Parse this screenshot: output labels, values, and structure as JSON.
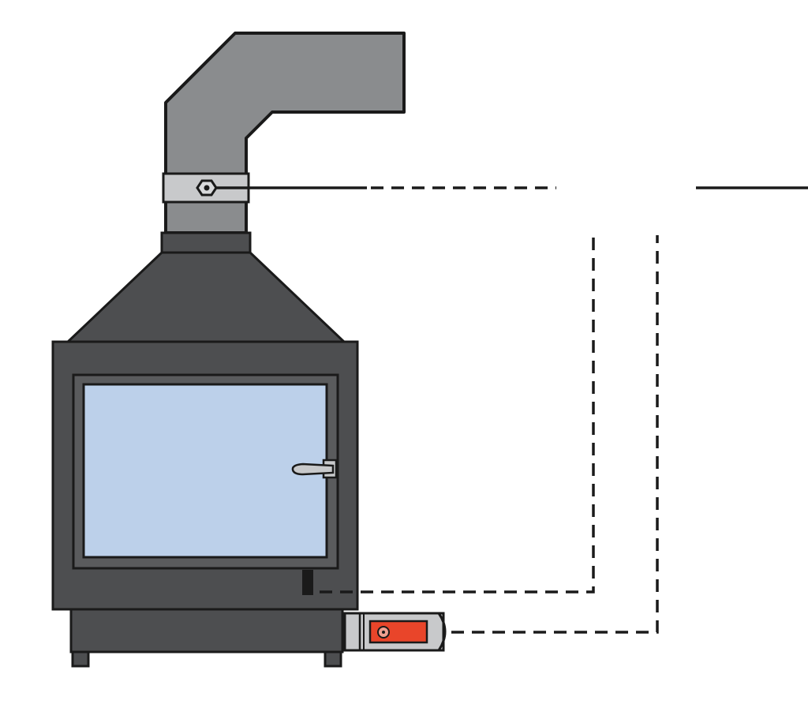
{
  "diagram": {
    "components": [
      {
        "id": "flue-pipe",
        "icon": "flue-pipe-icon"
      },
      {
        "id": "flue-collar-sensor",
        "icon": "sensor-icon"
      },
      {
        "id": "stove-hood",
        "icon": "hood-icon"
      },
      {
        "id": "stove-body",
        "icon": "stove-icon"
      },
      {
        "id": "glass-door",
        "icon": "glass-door-icon"
      },
      {
        "id": "door-handle",
        "icon": "handle-icon"
      },
      {
        "id": "door-switch",
        "icon": "switch-icon"
      },
      {
        "id": "air-intake-damper",
        "icon": "damper-icon"
      }
    ],
    "connections": [
      {
        "from": "flue-collar-sensor",
        "style": "solid-then-dashed"
      },
      {
        "from": "door-switch",
        "style": "dashed"
      },
      {
        "from": "air-intake-damper",
        "style": "dashed"
      }
    ],
    "colors": {
      "flue_pipe": "#8a8c8e",
      "stove_body": "#4d4e50",
      "stove_frame": "#5a5b5d",
      "glass": "#bcd0ea",
      "collar": "#c8c9cb",
      "damper_accent": "#e9452a",
      "line": "#1a1a1a"
    }
  }
}
